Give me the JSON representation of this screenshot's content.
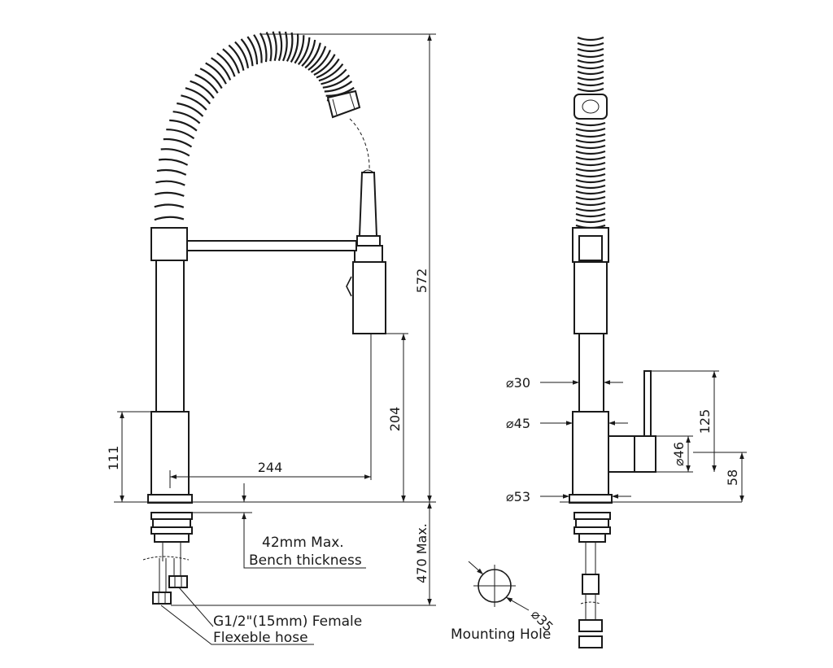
{
  "dimensions": {
    "overall_height": "572",
    "body_height": "111",
    "spout_height": "204",
    "spout_reach": "244",
    "below_bench": "470 Max.",
    "dia_30": "30",
    "dia_45": "45",
    "dia_53": "53",
    "dia_46": "46",
    "handle_height": "125",
    "handle_base": "58",
    "hole_dia": "35"
  },
  "notes": {
    "bench_line1": "42mm Max.",
    "bench_line2": "Bench thickness",
    "hose_line1": "G1/2\"(15mm) Female",
    "hose_line2": "Flexeble hose",
    "mounting_hole": "Mounting Hole"
  },
  "symbols": {
    "diameter": "⌀"
  }
}
